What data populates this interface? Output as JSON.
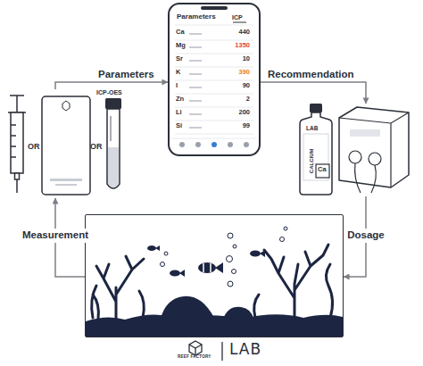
{
  "diagram": {
    "nodes": [
      {
        "text": [
          "OR",
          "OR",
          "ICP-OES"
        ]
      },
      {
        "text": [
          "Parameters",
          "ICP",
          "Ca",
          "440",
          "Mg",
          "1350",
          "Sr",
          "10",
          "K",
          "390",
          "I",
          "90",
          "Zn",
          "2",
          "Li",
          "200",
          "Si",
          "99"
        ]
      },
      {
        "text": [
          "LAB",
          "CALCIUM",
          "Ca"
        ]
      },
      {
        "text": [
          "REEF FACTORY",
          "LAB"
        ]
      }
    ],
    "edges": [
      {
        "from": 0,
        "to": 1,
        "label": "Parameters",
        "arrow": "to"
      },
      {
        "from": 1,
        "to": 2,
        "label": "Recommendation",
        "arrow": "to"
      },
      {
        "from": 2,
        "to": 3,
        "label": "Dosage",
        "arrow": "to"
      },
      {
        "from": 3,
        "to": 0,
        "label": "Measurement",
        "arrow": "to"
      }
    ]
  }
}
